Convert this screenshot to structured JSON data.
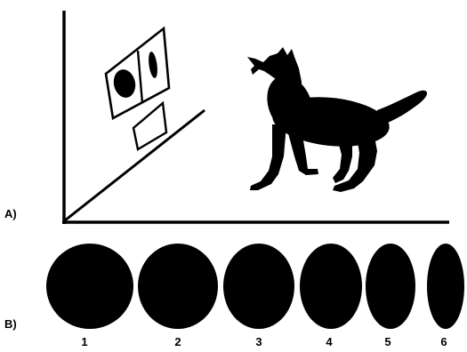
{
  "panel_a": {
    "label": "A)"
  },
  "panel_b": {
    "label": "B)",
    "stimuli": [
      {
        "number": "1"
      },
      {
        "number": "2"
      },
      {
        "number": "3"
      },
      {
        "number": "4"
      },
      {
        "number": "5"
      },
      {
        "number": "6"
      }
    ]
  },
  "colors": {
    "ink": "#000000",
    "background": "#ffffff"
  }
}
